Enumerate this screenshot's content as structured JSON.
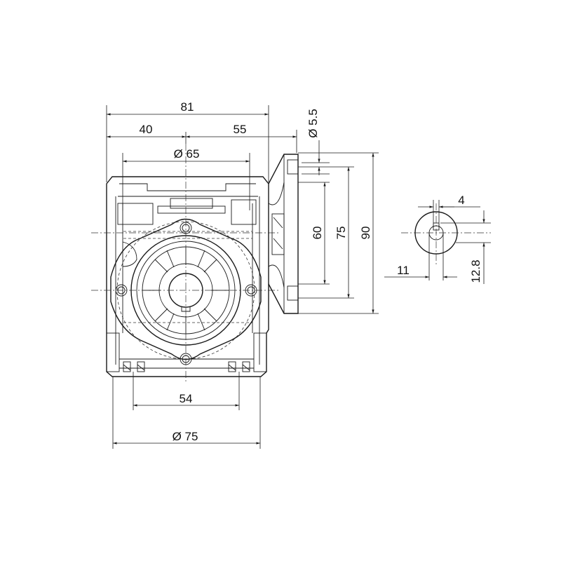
{
  "dimensions": {
    "overall_width": "81",
    "left_offset": "40",
    "right_offset": "55",
    "bore_circle": "Ø 65",
    "flange_hole": "Ø 5.5",
    "flange_inner": "60",
    "flange_mid": "75",
    "flange_outer": "90",
    "shaft_key_width": "4",
    "shaft_diameter": "11",
    "shaft_key_height": "12.8",
    "foot_spacing": "54",
    "outer_diameter": "Ø 75"
  }
}
